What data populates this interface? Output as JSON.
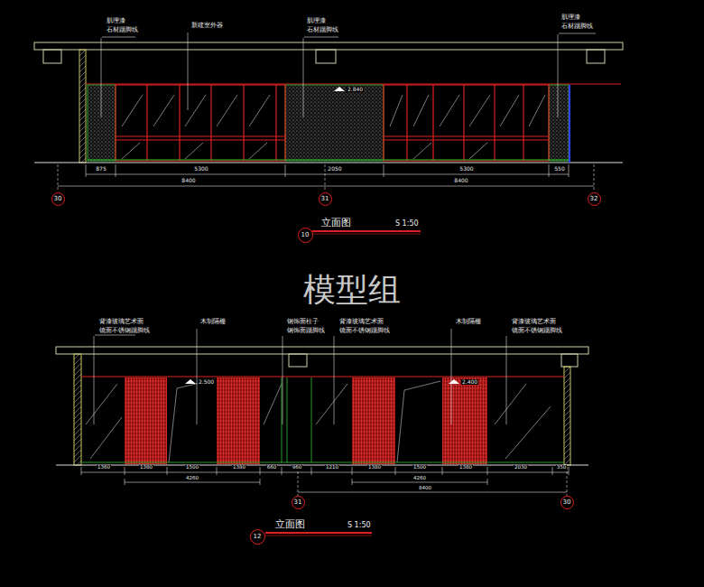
{
  "diagram": {
    "nodes": [
      {
        "text": [
          "30"
        ]
      },
      {
        "text": [
          "31"
        ]
      },
      {
        "text": [
          "32"
        ]
      },
      {
        "text": [
          "10"
        ]
      },
      {
        "text": [
          "31"
        ]
      },
      {
        "text": [
          "30"
        ]
      },
      {
        "text": [
          "12"
        ]
      }
    ],
    "labels": [
      "肌理漆",
      "石材踢脚线",
      "新建室外器",
      "肌理漆",
      "石材踢脚线",
      "肌理漆",
      "石材踢脚线",
      "2.840",
      "875",
      "5300",
      "2050",
      "5300",
      "550",
      "8400",
      "8400",
      "立面图",
      "S 1:50",
      "模型组",
      "背漆玻璃艺术面",
      "镜面不锈钢踢脚线",
      "木制隔栅",
      "钢饰面柱子",
      "钢饰面踢脚线",
      "背漆玻璃艺术面",
      "镜面不锈钢踢脚线",
      "木制隔栅",
      "背漆玻璃艺术面",
      "镜面不锈钢踢脚线",
      "2.500",
      "2.400",
      "1360",
      "1380",
      "1500",
      "1380",
      "660",
      "960",
      "1210",
      "1380",
      "1500",
      "1380",
      "2030",
      "350",
      "4260",
      "4260",
      "8400",
      "立面图",
      "S 1:50"
    ]
  }
}
